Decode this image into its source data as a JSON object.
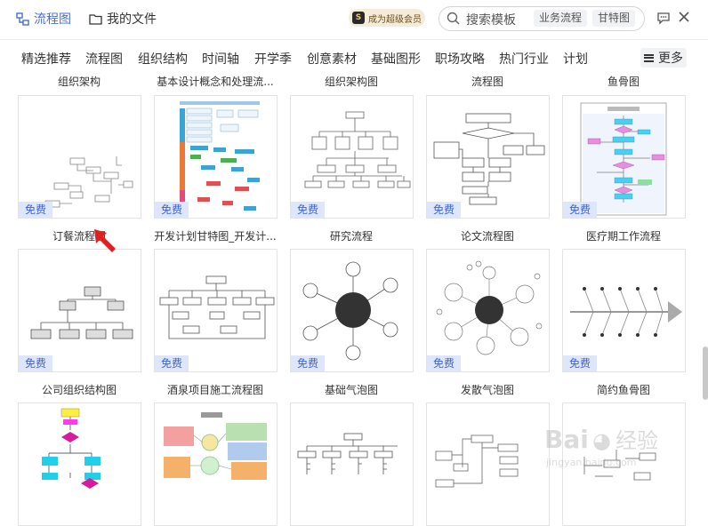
{
  "topbar": {
    "flowchart_tab": "流程图",
    "myfiles_tab": "我的文件",
    "vip_label": "成为超级会员",
    "search_placeholder": "搜索模板",
    "search_chips": [
      "业务流程",
      "甘特图"
    ]
  },
  "categories": [
    "精选推荐",
    "流程图",
    "组织结构",
    "时间轴",
    "开学季",
    "创意素材",
    "基础图形",
    "职场攻略",
    "热门行业",
    "计划"
  ],
  "more_label": "更多",
  "free_label": "免费",
  "rows": [
    {
      "labels": [
        "组织架构",
        "基本设计概念和处理流...",
        "组织架构图",
        "流程图",
        "鱼骨图"
      ]
    },
    {
      "labels": [
        "订餐流程图",
        "开发计划甘特图_开发计...",
        "研究流程",
        "论文流程图",
        "医疗期工作流程"
      ]
    },
    {
      "labels": [
        "公司组织结构图",
        "酒泉项目施工流程图",
        "基础气泡图",
        "发散气泡图",
        "简约鱼骨图"
      ]
    }
  ],
  "watermark_text": "Baidu 经验",
  "watermark_sub": "jingyan.baidu.com",
  "colors": {
    "accent": "#4b6cd8",
    "free_bg": "#dde6fa",
    "free_text": "#3f63d3",
    "arrow": "#e02020"
  }
}
